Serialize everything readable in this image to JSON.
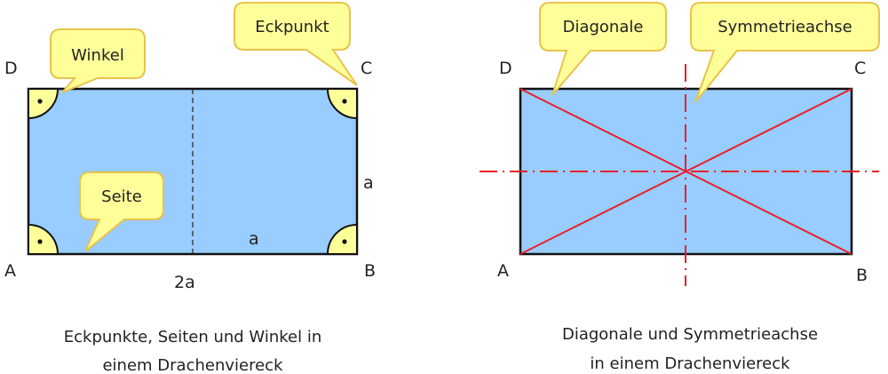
{
  "left": {
    "vertices": {
      "A": "A",
      "B": "B",
      "C": "C",
      "D": "D"
    },
    "sides": {
      "right": "a",
      "inner": "a",
      "bottom": "2a"
    },
    "bubbles": {
      "angle": "Winkel",
      "vertex": "Eckpunkt",
      "side": "Seite"
    },
    "caption": {
      "line1": "Eckpunkte, Seiten und Winkel in",
      "line2": "einem Drachenviereck"
    }
  },
  "right": {
    "vertices": {
      "A": "A",
      "B": "B",
      "C": "C",
      "D": "D"
    },
    "bubbles": {
      "diagonal": "Diagonale",
      "axis": "Symmetrieachse"
    },
    "caption": {
      "line1": "Diagonale und Symmetrieachse",
      "line2": "in einem Drachenviereck"
    }
  },
  "colors": {
    "fill": "#99ccff",
    "angle_fill": "#ffff99",
    "bubble_fill": "#ffff99",
    "bubble_stroke": "#e8c34a",
    "line_red": "#e8202a",
    "outline": "#111111"
  }
}
